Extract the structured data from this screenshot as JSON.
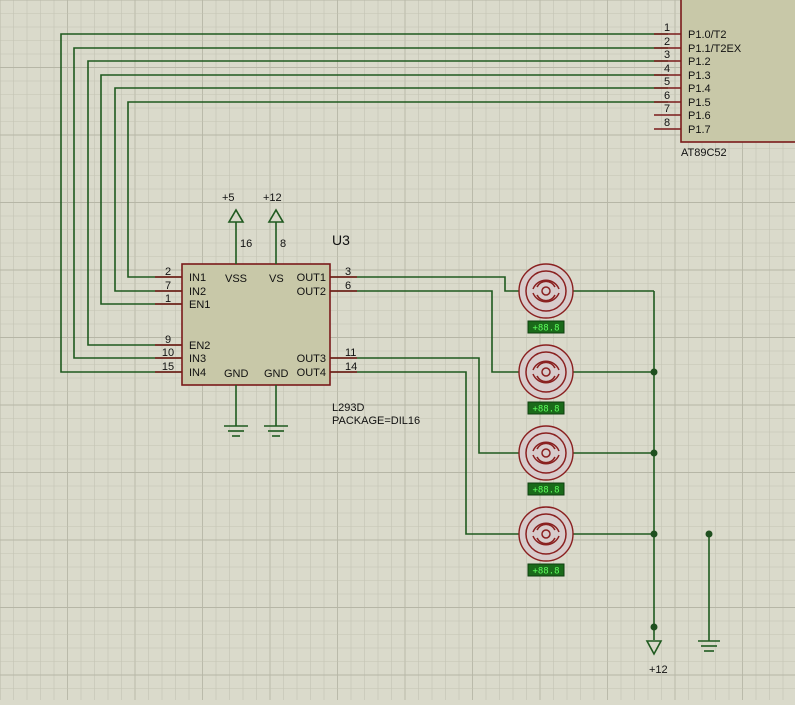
{
  "mcu": {
    "name": "AT89C52",
    "pins": [
      {
        "num": "1",
        "label": "P1.0/T2"
      },
      {
        "num": "2",
        "label": "P1.1/T2EX"
      },
      {
        "num": "3",
        "label": "P1.2"
      },
      {
        "num": "4",
        "label": "P1.3"
      },
      {
        "num": "5",
        "label": "P1.4"
      },
      {
        "num": "6",
        "label": "P1.5"
      },
      {
        "num": "7",
        "label": "P1.6"
      },
      {
        "num": "8",
        "label": "P1.7"
      }
    ]
  },
  "driver": {
    "ref": "U3",
    "part": "L293D",
    "package": "PACKAGE=DIL16",
    "left_pins": [
      {
        "num": "2",
        "label": "IN1"
      },
      {
        "num": "7",
        "label": "IN2"
      },
      {
        "num": "1",
        "label": "EN1"
      },
      {
        "num": "9",
        "label": "EN2"
      },
      {
        "num": "10",
        "label": "IN3"
      },
      {
        "num": "15",
        "label": "IN4"
      }
    ],
    "right_pins": [
      {
        "num": "3",
        "label": "OUT1"
      },
      {
        "num": "6",
        "label": "OUT2"
      },
      {
        "num": "11",
        "label": "OUT3"
      },
      {
        "num": "14",
        "label": "OUT4"
      }
    ],
    "top_pins": [
      {
        "num": "16",
        "label": "VSS"
      },
      {
        "num": "8",
        "label": "VS"
      }
    ],
    "bottom_labels": [
      "GND",
      "GND"
    ]
  },
  "power": {
    "plus5": "+5",
    "plus12": "+12",
    "plus12_bottom": "+12"
  },
  "motors": {
    "count": 4,
    "readout": "+88.8"
  }
}
